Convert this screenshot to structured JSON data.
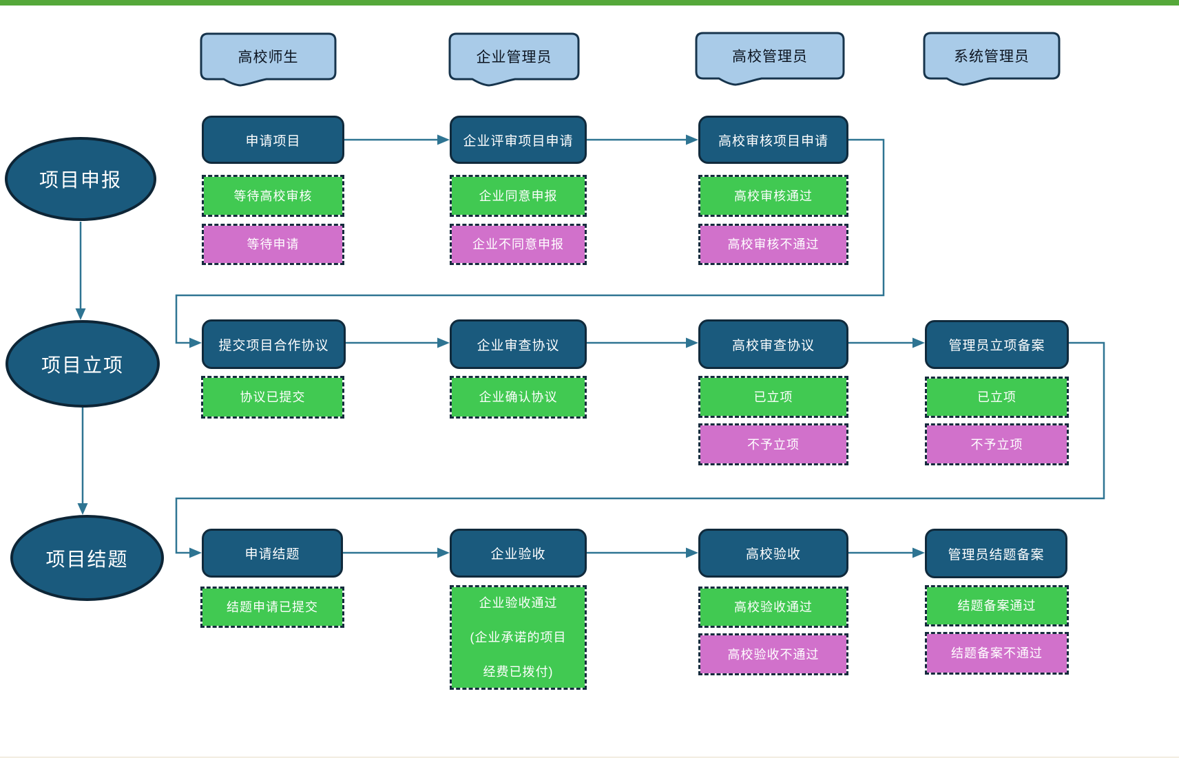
{
  "roles": [
    {
      "label": "高校师生"
    },
    {
      "label": "企业管理员"
    },
    {
      "label": "高校管理员"
    },
    {
      "label": "系统管理员"
    }
  ],
  "phases": [
    {
      "label": "项目申报"
    },
    {
      "label": "项目立项"
    },
    {
      "label": "项目结题"
    }
  ],
  "steps": [
    {
      "label": "申请项目",
      "statuses": [
        {
          "text": "等待高校审核",
          "color": "green"
        },
        {
          "text": "等待申请",
          "color": "magenta"
        }
      ]
    },
    {
      "label": "企业评审项目申请",
      "statuses": [
        {
          "text": "企业同意申报",
          "color": "green"
        },
        {
          "text": "企业不同意申报",
          "color": "magenta"
        }
      ]
    },
    {
      "label": "高校审核项目申请",
      "statuses": [
        {
          "text": "高校审核通过",
          "color": "green"
        },
        {
          "text": "高校审核不通过",
          "color": "magenta"
        }
      ]
    },
    {
      "label": "提交项目合作协议",
      "statuses": [
        {
          "text": "协议已提交",
          "color": "green"
        }
      ]
    },
    {
      "label": "企业审查协议",
      "statuses": [
        {
          "text": "企业确认协议",
          "color": "green"
        }
      ]
    },
    {
      "label": "高校审查协议",
      "statuses": [
        {
          "text": "已立项",
          "color": "green"
        },
        {
          "text": "不予立项",
          "color": "magenta"
        }
      ]
    },
    {
      "label": "管理员立项备案",
      "statuses": [
        {
          "text": "已立项",
          "color": "green"
        },
        {
          "text": "不予立项",
          "color": "magenta"
        }
      ]
    },
    {
      "label": "申请结题",
      "statuses": [
        {
          "text": "结题申请已提交",
          "color": "green"
        }
      ]
    },
    {
      "label": "企业验收",
      "statuses": [
        {
          "text": "企业验收通过\n(企业承诺的项目\n经费已拨付)",
          "color": "green"
        }
      ]
    },
    {
      "label": "高校验收",
      "statuses": [
        {
          "text": "高校验收通过",
          "color": "green"
        },
        {
          "text": "高校验收不通过",
          "color": "magenta"
        }
      ]
    },
    {
      "label": "管理员结题备案",
      "statuses": [
        {
          "text": "结题备案通过",
          "color": "green"
        },
        {
          "text": "结题备案不通过",
          "color": "magenta"
        }
      ]
    }
  ],
  "colors": {
    "top_bar": "#55a83a",
    "phase_fill": "#1a5a7d",
    "phase_border": "#0d2536",
    "role_fill": "#a9cbe8",
    "role_border": "#17344c",
    "status_green": "#41c952",
    "status_magenta": "#d171cb",
    "status_border": "#152b3d",
    "connector": "#2e7492"
  }
}
